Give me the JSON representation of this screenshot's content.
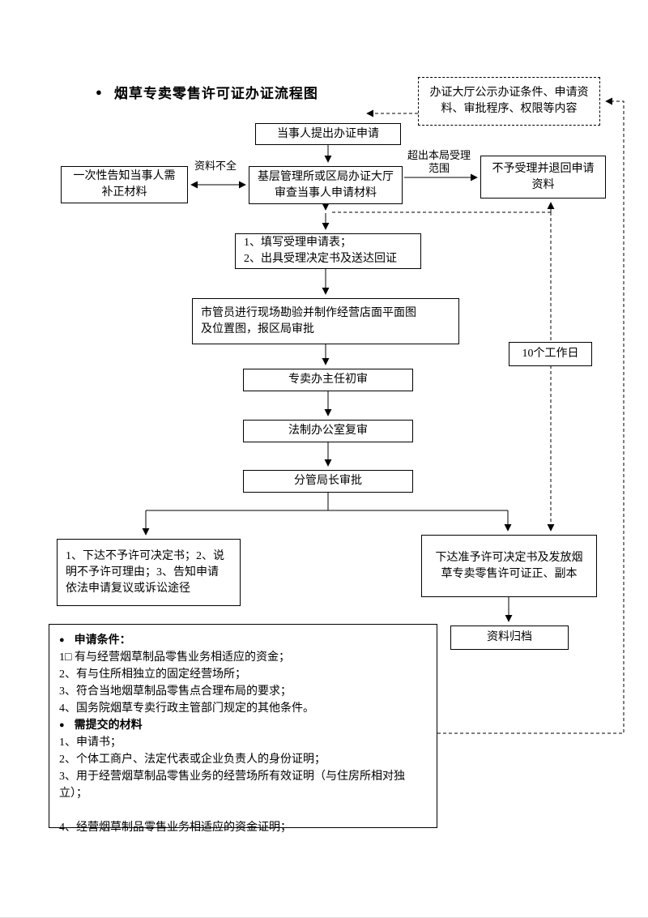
{
  "page": {
    "title": "烟草专卖零售许可证办证流程图",
    "bullet": "●"
  },
  "flow": {
    "notice_board": "办证大厅公示办证条件、申请资\n料、审批程序、权限等内容",
    "apply": "当事人提出办证申请",
    "review": "基层管理所或区局办证大厅\n审查当事人申请材料",
    "supplement": "一次性告知当事人需\n补正材料",
    "label_incomplete": "资料不全",
    "label_out_of_scope": "超出本局受理\n范围",
    "reject": "不予受理并退回申请\n资料",
    "accept": "1、填写受理申请表；\n2、出具受理决定书及送达回证",
    "inspect": "市管员进行现场勘验并制作经营店面平面图\n及位置图，报区局审批",
    "director_review": "专卖办主任初审",
    "legal_review": "法制办公室复审",
    "leader_approval": "分管局长审批",
    "deny": "1、下达不予许可决定书；2、说\n明不予许可理由；3、告知申请\n依法申请复议或诉讼途径",
    "grant": "下达准予许可决定书及发放烟\n草专卖零售许可证正、副本",
    "archive": "资料归档",
    "duration": "10个工作日"
  },
  "notes": {
    "bullet": "●",
    "conditions_heading": "申请条件：",
    "conditions": [
      "1□ 有与经营烟草制品零售业务相适应的资金；",
      "2、有与住所相独立的固定经营场所；",
      "3、符合当地烟草制品零售点合理布局的要求；",
      "4、国务院烟草专卖行政主管部门规定的其他条件。"
    ],
    "materials_heading": "需提交的材料",
    "materials": [
      "1、申请书；",
      "2、个体工商户、法定代表或企业负责人的身份证明；",
      "3、用于经营烟草制品零售业务的经营场所有效证明（与住房所相对独立）；",
      "4、经营烟草制品零售业务相适应的资金证明；"
    ]
  }
}
